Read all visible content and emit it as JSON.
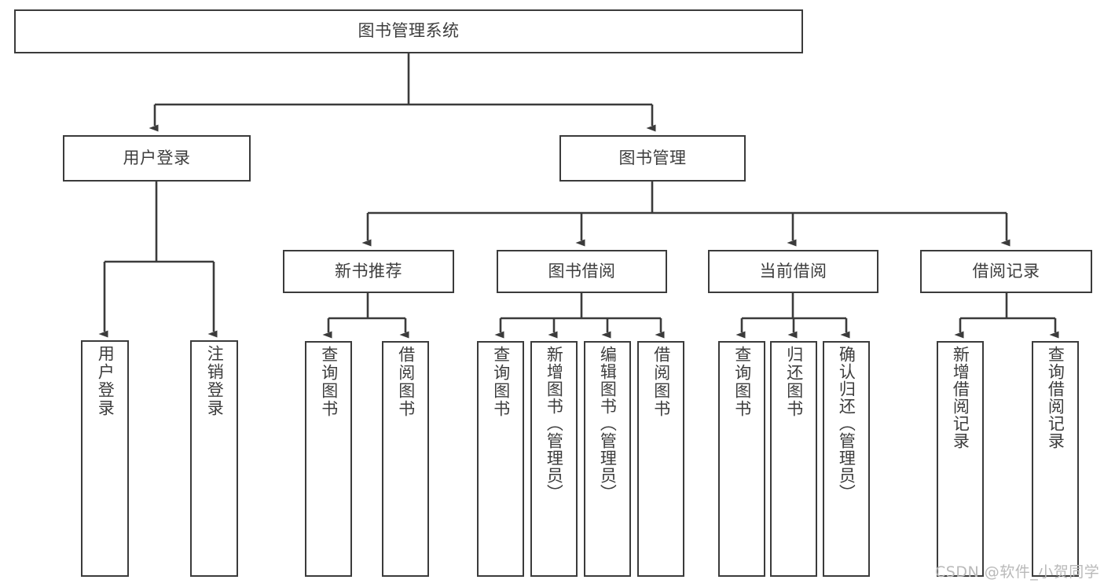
{
  "diagram": {
    "title": "图书管理系统",
    "type": "tree",
    "colors": {
      "border": "#3b3b3b",
      "text": "#3d3d3d",
      "background": "#ffffff",
      "edge": "#3b3b3b",
      "watermark": "#b9b9b9"
    },
    "nodes": {
      "root": {
        "label": "图书管理系统"
      },
      "level2": [
        {
          "id": "user-login",
          "label": "用户登录"
        },
        {
          "id": "book-manage",
          "label": "图书管理"
        }
      ],
      "level3": [
        {
          "id": "new-book-recommend",
          "label": "新书推荐"
        },
        {
          "id": "book-borrow",
          "label": "图书借阅"
        },
        {
          "id": "current-borrow",
          "label": "当前借阅"
        },
        {
          "id": "borrow-record",
          "label": "借阅记录"
        }
      ],
      "leaves": {
        "user_login": [
          {
            "id": "leaf-user-login",
            "label": "用户登录"
          },
          {
            "id": "leaf-logout-login",
            "label": "注销登录"
          }
        ],
        "new_book_recommend": [
          {
            "id": "leaf-query-book-1",
            "label": "查询图书"
          },
          {
            "id": "leaf-borrow-book-1",
            "label": "借阅图书"
          }
        ],
        "book_borrow": [
          {
            "id": "leaf-query-book-2",
            "label": "查询图书"
          },
          {
            "id": "leaf-add-book-admin",
            "label": "新增图书（管理员）"
          },
          {
            "id": "leaf-edit-book-admin",
            "label": "编辑图书（管理员）"
          },
          {
            "id": "leaf-borrow-book-2",
            "label": "借阅图书"
          }
        ],
        "current_borrow": [
          {
            "id": "leaf-query-book-3",
            "label": "查询图书"
          },
          {
            "id": "leaf-return-book",
            "label": "归还图书"
          },
          {
            "id": "leaf-confirm-return-admin",
            "label": "确认归还（管理员）"
          }
        ],
        "borrow_record": [
          {
            "id": "leaf-add-borrow-record",
            "label": "新增借阅记录"
          },
          {
            "id": "leaf-query-borrow-record",
            "label": "查询借阅记录"
          }
        ]
      }
    },
    "watermark": "CSDN @软件_小贺同学"
  }
}
